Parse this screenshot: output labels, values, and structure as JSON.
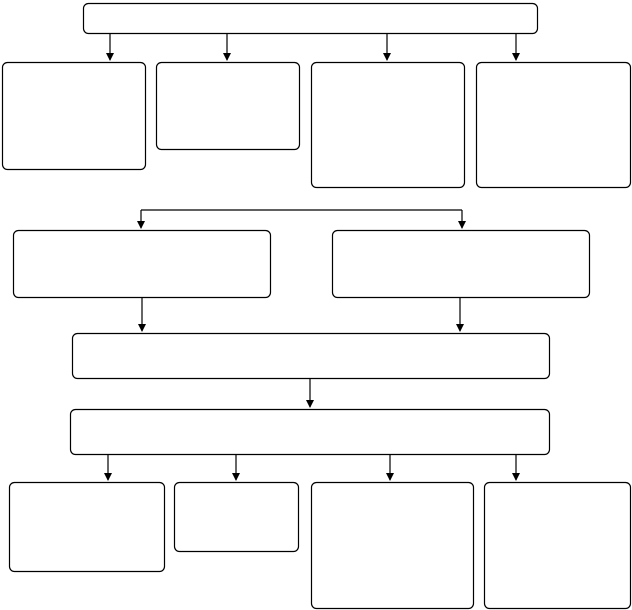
{
  "diagram": {
    "stroke_color": "#000000",
    "fill_color": "#ffffff",
    "boxes": [
      {
        "id": "top-header",
        "text": ""
      },
      {
        "id": "row1-box1",
        "text": ""
      },
      {
        "id": "row1-box2",
        "text": ""
      },
      {
        "id": "row1-box3",
        "text": ""
      },
      {
        "id": "row1-box4",
        "text": ""
      },
      {
        "id": "mid-left",
        "text": ""
      },
      {
        "id": "mid-right",
        "text": ""
      },
      {
        "id": "merge-bar",
        "text": ""
      },
      {
        "id": "lower-header",
        "text": ""
      },
      {
        "id": "row4-box1",
        "text": ""
      },
      {
        "id": "row4-box2",
        "text": ""
      },
      {
        "id": "row4-box3",
        "text": ""
      },
      {
        "id": "row4-box4",
        "text": ""
      }
    ],
    "edges": [
      {
        "from": "top-header",
        "to": "row1-box1"
      },
      {
        "from": "top-header",
        "to": "row1-box2"
      },
      {
        "from": "top-header",
        "to": "row1-box3"
      },
      {
        "from": "top-header",
        "to": "row1-box4"
      },
      {
        "from": "split",
        "to": "mid-left"
      },
      {
        "from": "split",
        "to": "mid-right"
      },
      {
        "from": "mid-left",
        "to": "merge-bar"
      },
      {
        "from": "mid-right",
        "to": "merge-bar"
      },
      {
        "from": "merge-bar",
        "to": "lower-header"
      },
      {
        "from": "lower-header",
        "to": "row4-box1"
      },
      {
        "from": "lower-header",
        "to": "row4-box2"
      },
      {
        "from": "lower-header",
        "to": "row4-box3"
      },
      {
        "from": "lower-header",
        "to": "row4-box4"
      }
    ]
  }
}
